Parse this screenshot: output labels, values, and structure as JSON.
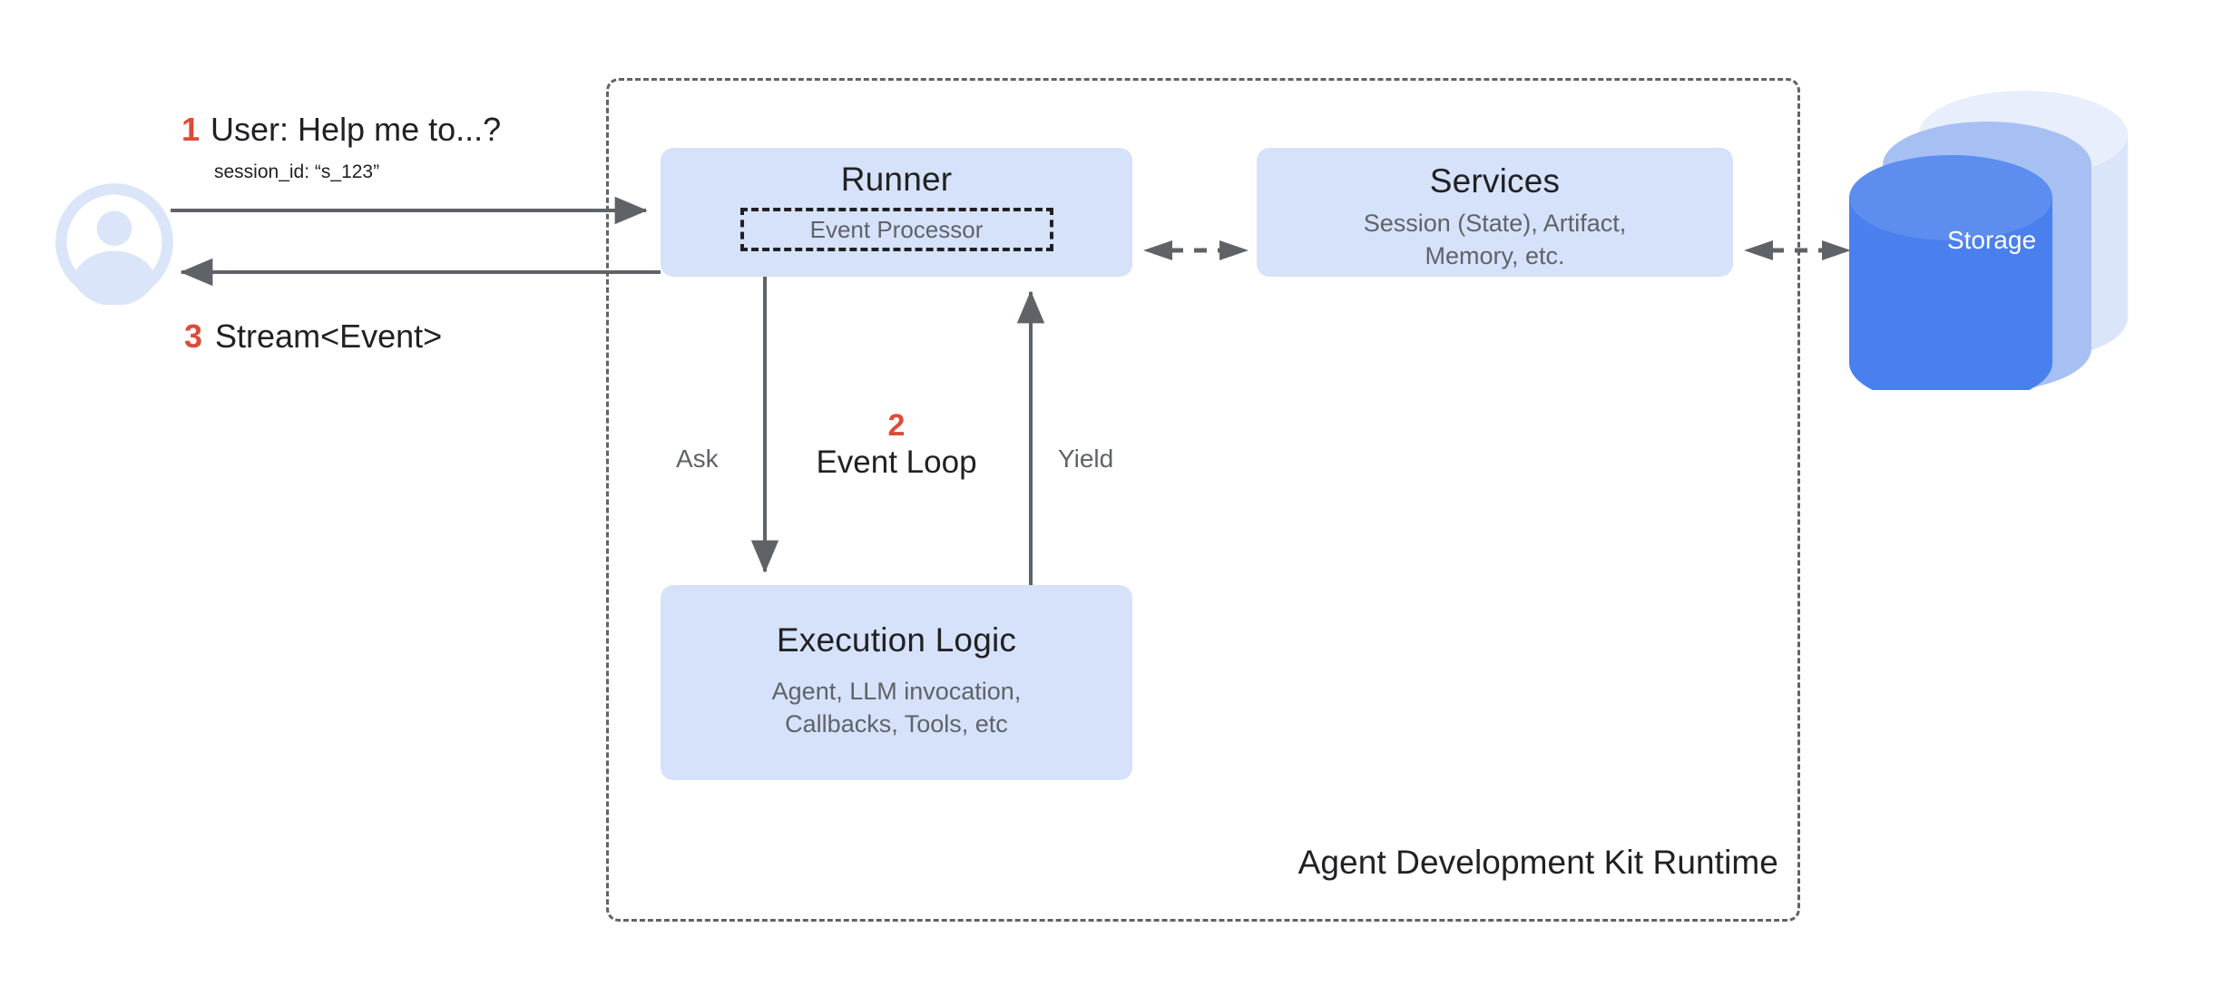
{
  "diagram": {
    "title": "Agent Development Kit Runtime",
    "colors": {
      "accent_red": "#dd4b39",
      "node_fill": "#d6e2fa",
      "storage_primary": "#4a80ee",
      "storage_mid": "#9cb9f5",
      "storage_back": "#d6e2fa",
      "arrow": "#5f6368",
      "text_primary": "#202124",
      "text_secondary": "#5f6368"
    }
  },
  "actor": {
    "icon": "user-avatar-icon",
    "name": "User"
  },
  "steps": {
    "step1": {
      "number": "1",
      "text": "User: Help me to...?",
      "detail": "session_id: “s_123”"
    },
    "step2": {
      "number": "2",
      "text": "Event Loop"
    },
    "step3": {
      "number": "3",
      "text": "Stream<Event>"
    }
  },
  "nodes": {
    "runner": {
      "title": "Runner",
      "inner": {
        "label": "Event Processor"
      }
    },
    "services": {
      "title": "Services",
      "subtitle": "Session (State), Artifact,\nMemory, etc."
    },
    "execution": {
      "title": "Execution Logic",
      "subtitle": "Agent, LLM invocation,\nCallbacks, Tools, etc"
    },
    "storage": {
      "title": "Storage"
    }
  },
  "edges": {
    "ask": "Ask",
    "yield": "Yield"
  }
}
